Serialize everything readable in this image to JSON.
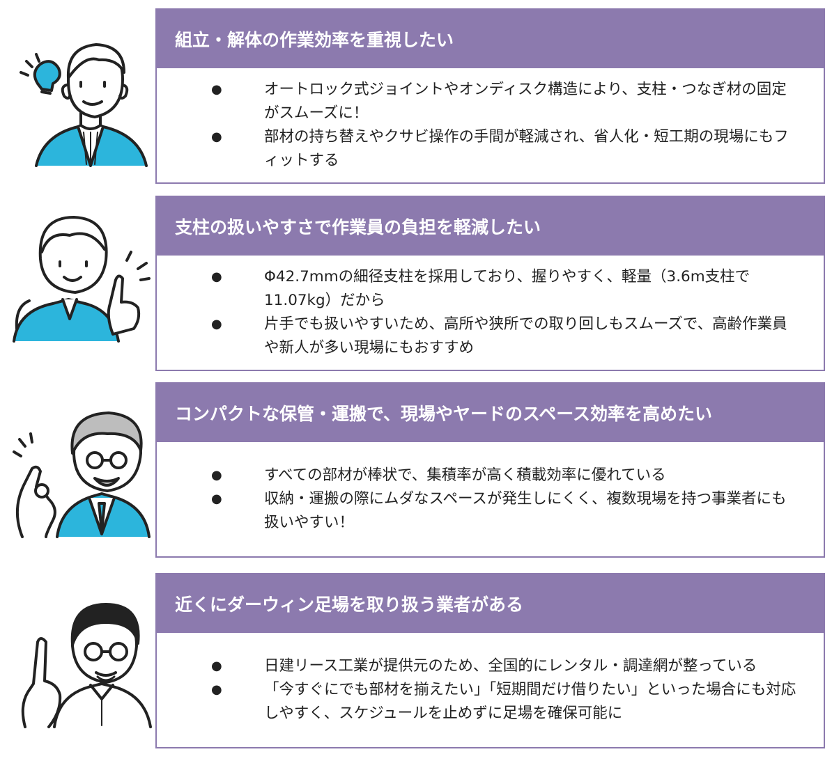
{
  "cards": [
    {
      "heading": "組立・解体の作業効率を重視したい",
      "points": [
        "オートロック式ジョイントやオンディスク構造により、支柱・つなぎ材の固定がスムーズに！",
        "部材の持ち替えやクサビ操作の手間が軽減され、省人化・短工期の現場にもフィットする"
      ]
    },
    {
      "heading": "支柱の扱いやすさで作業員の負担を軽減したい",
      "points": [
        "Φ42.7mmの細径支柱を採用しており、握りやすく、軽量（3.6m支柱で11.07kg）だから",
        "片手でも扱いやすいため、高所や狭所での取り回しもスムーズで、高齢作業員や新人が多い現場にもおすすめ"
      ]
    },
    {
      "heading": "コンパクトな保管・運搬で、現場やヤードのスペース効率を高めたい",
      "points": [
        "すべての部材が棒状で、集積率が高く積載効率に優れている",
        "収納・運搬の際にムダなスペースが発生しにくく、複数現場を持つ事業者にも扱いやすい！"
      ]
    },
    {
      "heading": "近くにダーウィン足場を取り扱う業者がある",
      "points": [
        "日建リース工業が提供元のため、全国的にレンタル・調達網が整っている",
        "「今すぐにでも部材を揃えたい」「短期間だけ借りたい」といった場合にも対応しやすく、スケジュールを止めずに足場を確保可能に"
      ]
    }
  ],
  "bullet_glyph": "●",
  "colors": {
    "header_bg": "#8c7aae",
    "accent_blue": "#2cb5dc",
    "line": "#222222"
  }
}
